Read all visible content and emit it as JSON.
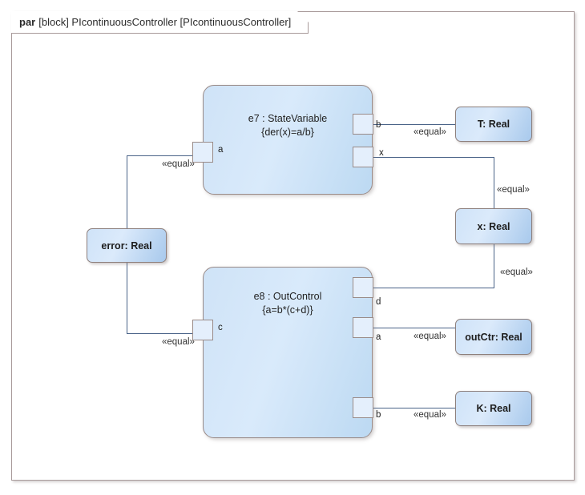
{
  "diagram": {
    "kind": "par",
    "header_keyword": "par",
    "header_text": "[block] PIcontinuousController [PIcontinuousController]",
    "frame_border_color": "#a89a9a",
    "connector_color": "#4a6388"
  },
  "blocks": [
    {
      "id": "e7",
      "title": "e7 : StateVariable",
      "constraint": "{der(x)=a/b}",
      "ports": [
        {
          "name": "a",
          "side": "left"
        },
        {
          "name": "b",
          "side": "right"
        },
        {
          "name": "x",
          "side": "right"
        }
      ]
    },
    {
      "id": "e8",
      "title": "e8 : OutControl",
      "constraint": "{a=b*(c+d)}",
      "ports": [
        {
          "name": "c",
          "side": "left"
        },
        {
          "name": "d",
          "side": "right"
        },
        {
          "name": "a",
          "side": "right"
        },
        {
          "name": "b",
          "side": "right"
        }
      ]
    }
  ],
  "value_properties": [
    {
      "id": "error",
      "label": "error: Real"
    },
    {
      "id": "T",
      "label": "T: Real"
    },
    {
      "id": "x",
      "label": "x: Real"
    },
    {
      "id": "outCtr",
      "label": "outCtr: Real"
    },
    {
      "id": "K",
      "label": "K: Real"
    }
  ],
  "connectors": [
    {
      "id": "c1",
      "from": "e7.a",
      "to": "error",
      "stereotype": "«equal»"
    },
    {
      "id": "c2",
      "from": "e7.b",
      "to": "T",
      "stereotype": "«equal»"
    },
    {
      "id": "c3",
      "from": "e7.x",
      "to": "x",
      "stereotype": "«equal»"
    },
    {
      "id": "c4",
      "from": "x",
      "to": "e8.d",
      "stereotype": "«equal»"
    },
    {
      "id": "c5",
      "from": "e8.c",
      "to": "error",
      "stereotype": "«equal»"
    },
    {
      "id": "c6",
      "from": "e8.a",
      "to": "outCtr",
      "stereotype": "«equal»"
    },
    {
      "id": "c7",
      "from": "e8.b",
      "to": "K",
      "stereotype": "«equal»"
    }
  ]
}
